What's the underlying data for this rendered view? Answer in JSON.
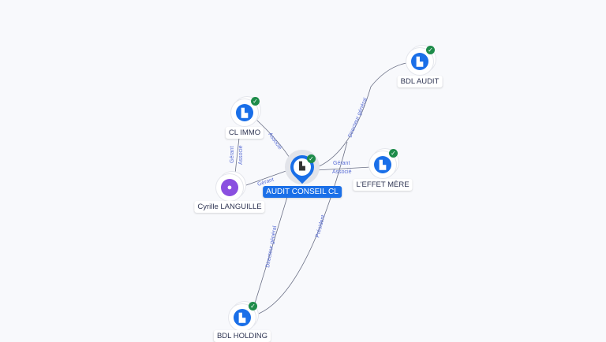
{
  "nodes": {
    "center": {
      "label": "AUDIT CONSEIL CL",
      "icon": "building-icon",
      "verified": true
    },
    "cl_immo": {
      "label": "CL IMMO",
      "icon": "building-icon",
      "verified": true
    },
    "bdl_audit": {
      "label": "BDL AUDIT",
      "icon": "building-icon",
      "verified": true
    },
    "effet_mere": {
      "label": "L'EFFET MÈRE",
      "icon": "building-icon",
      "verified": true
    },
    "cyrille": {
      "label": "Cyrille LANGUILLE",
      "icon": "person-icon"
    },
    "bdl_holding": {
      "label": "BDL HOLDING",
      "icon": "building-icon",
      "verified": true
    }
  },
  "edges": {
    "cl_immo_center": "Associé",
    "cyrille_center": "Gérant",
    "cyrille_cl_immo_1": "Gérant",
    "cyrille_cl_immo_2": "Associé",
    "center_bdl_audit": "Directeur général",
    "center_effet_1": "Gérant",
    "center_effet_2": "Associé",
    "holding_center_1": "Directeur général",
    "holding_center_2": "Président"
  },
  "colors": {
    "accent": "#1a6fe8",
    "verified": "#1e8c4a",
    "person": "#8a4fe0"
  }
}
